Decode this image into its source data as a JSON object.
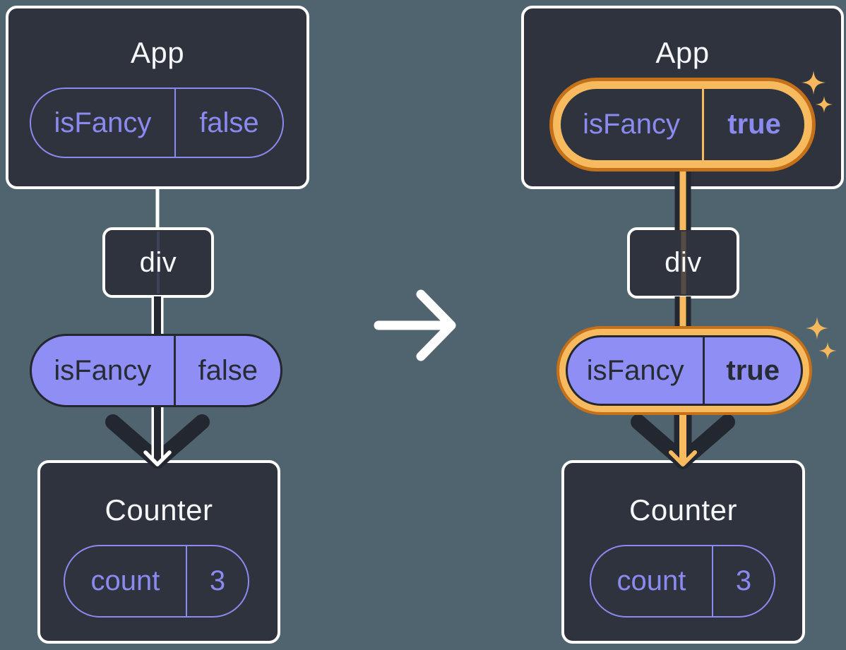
{
  "colors": {
    "background": "#50646F",
    "node_fill": "#2E333D",
    "node_border": "#FFFFFF",
    "purple": "#8A8AF0",
    "purple_fill": "#8E8EF5",
    "ink_dark": "#23272F",
    "orange_light": "#F7BA5E",
    "orange_dark": "#C4711A",
    "text_light": "#F6F7F9"
  },
  "left": {
    "app": {
      "title": "App",
      "state": {
        "key": "isFancy",
        "value": "false"
      }
    },
    "div": {
      "label": "div"
    },
    "passed_prop": {
      "key": "isFancy",
      "value": "false"
    },
    "counter": {
      "title": "Counter",
      "state": {
        "key": "count",
        "value": "3"
      }
    }
  },
  "right": {
    "app": {
      "title": "App",
      "state": {
        "key": "isFancy",
        "value": "true"
      }
    },
    "div": {
      "label": "div"
    },
    "passed_prop": {
      "key": "isFancy",
      "value": "true"
    },
    "counter": {
      "title": "Counter",
      "state": {
        "key": "count",
        "value": "3"
      }
    }
  },
  "icons": {
    "transition": "arrow-right-icon",
    "flow": "down-arrow-icon",
    "highlight": "sparkle-icon"
  }
}
